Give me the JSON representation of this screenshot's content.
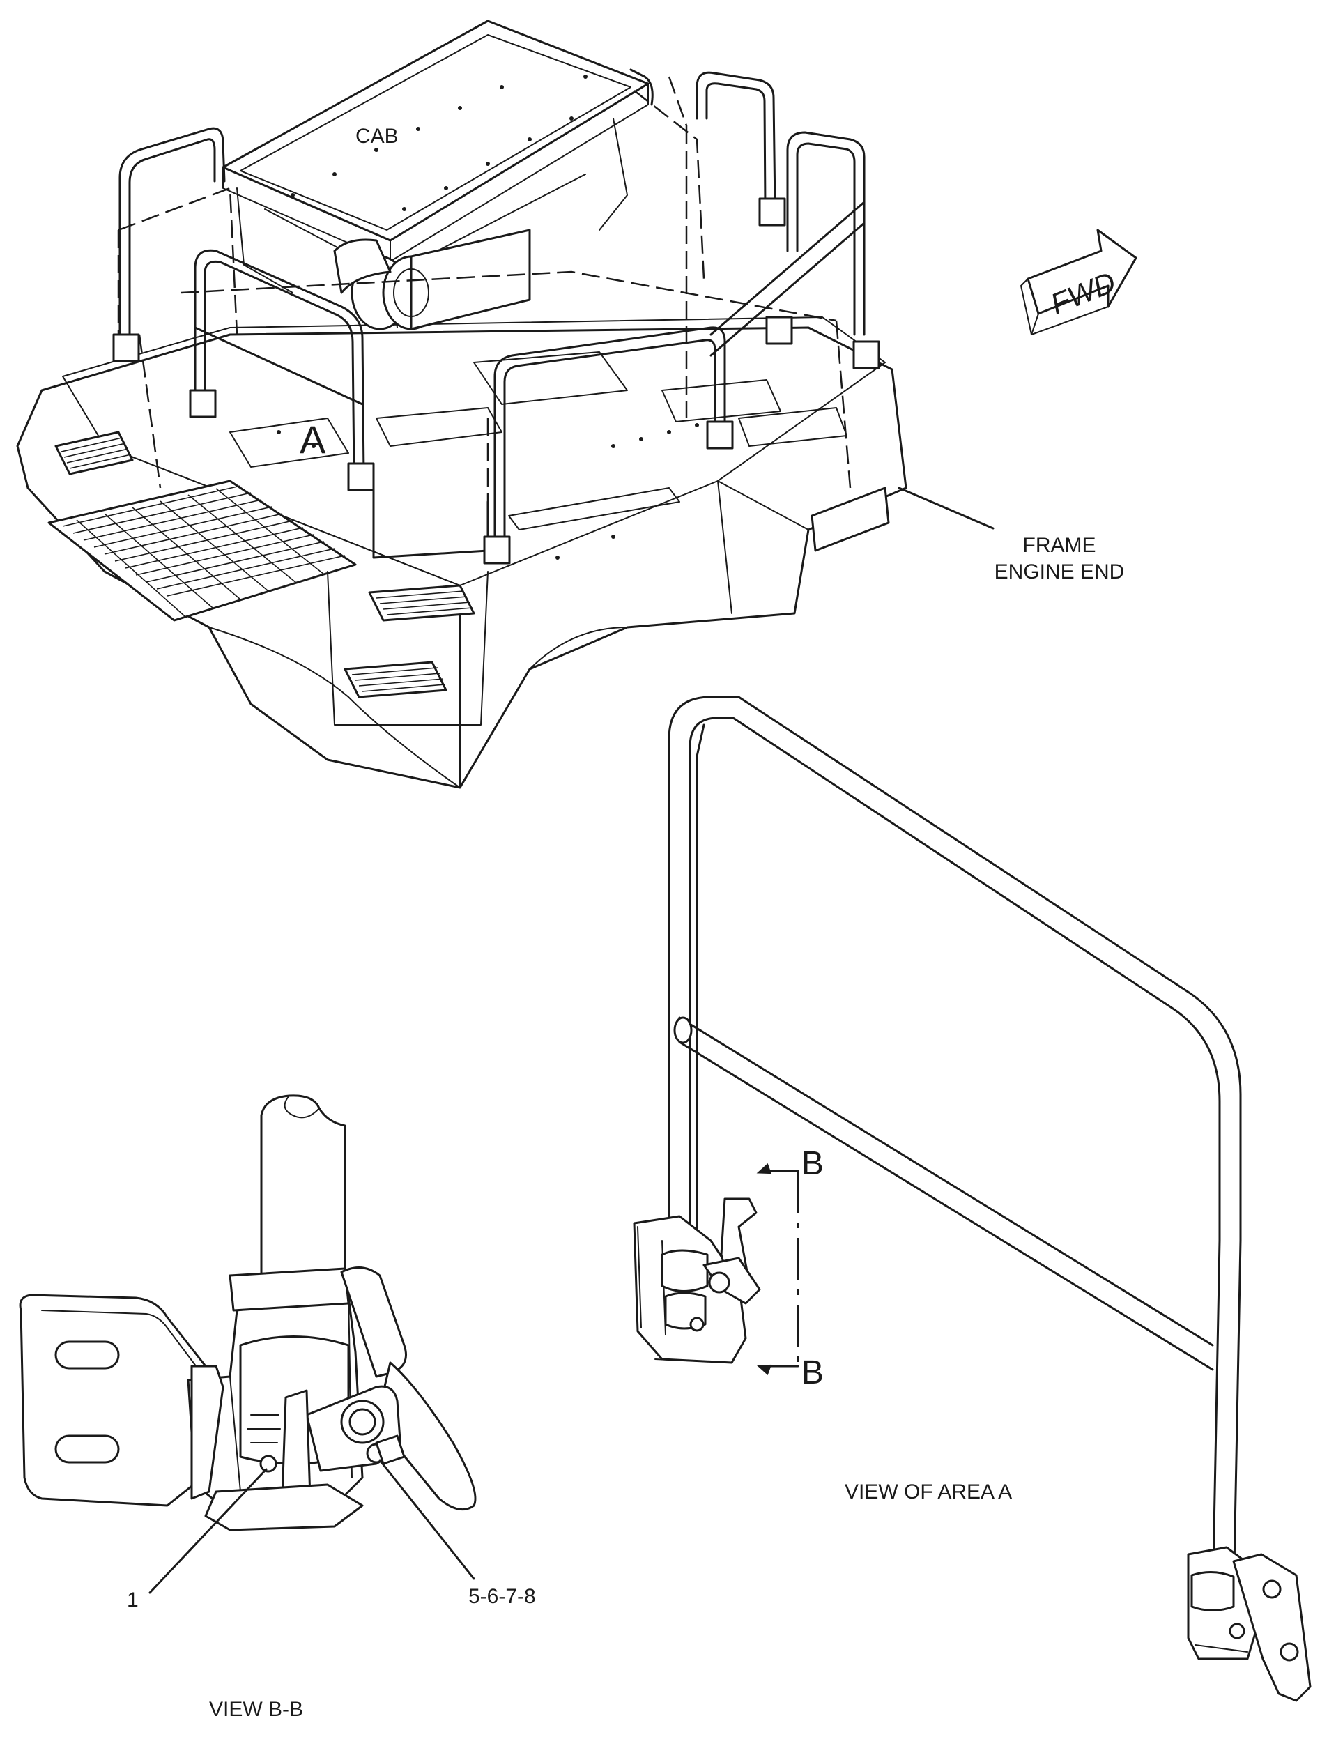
{
  "labels": {
    "cab": "CAB",
    "fwd": "FWD",
    "area_a": "A",
    "frame_line1": "FRAME",
    "frame_line2": "ENGINE END",
    "section_b_top": "B",
    "section_b_bottom": "B",
    "callout_1": "1",
    "callout_5678": "5-6-7-8",
    "view_area_a": "VIEW OF AREA A",
    "view_bb": "VIEW B-B"
  }
}
